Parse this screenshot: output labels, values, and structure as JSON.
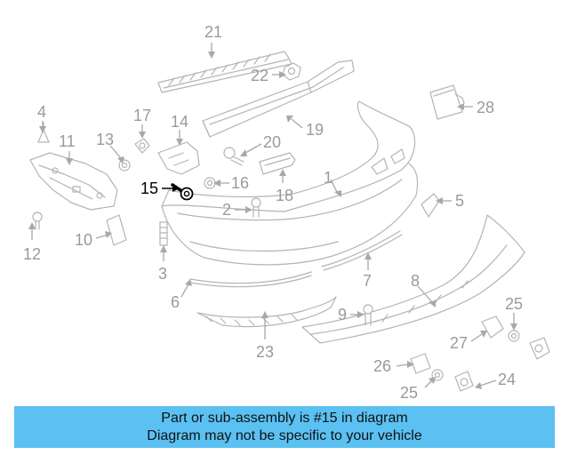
{
  "diagram": {
    "callouts": {
      "c1": "1",
      "c2": "2",
      "c3": "3",
      "c4": "4",
      "c5": "5",
      "c6": "6",
      "c7": "7",
      "c8": "8",
      "c9": "9",
      "c10": "10",
      "c11": "11",
      "c12": "12",
      "c13": "13",
      "c14": "14",
      "c15": "15",
      "c16": "16",
      "c17": "17",
      "c18": "18",
      "c19": "19",
      "c20": "20",
      "c21": "21",
      "c22": "22",
      "c23": "23",
      "c24": "24",
      "c25a": "25",
      "c25b": "25",
      "c26": "26",
      "c27": "27",
      "c28": "28"
    },
    "highlighted_part": "15",
    "colors": {
      "line": "#b4b4b4",
      "highlight": "#000000",
      "banner": "#5bc1f2"
    }
  },
  "banner": {
    "line1": "Part or sub-assembly is #15 in diagram",
    "line2": "Diagram may not be specific to your vehicle"
  }
}
